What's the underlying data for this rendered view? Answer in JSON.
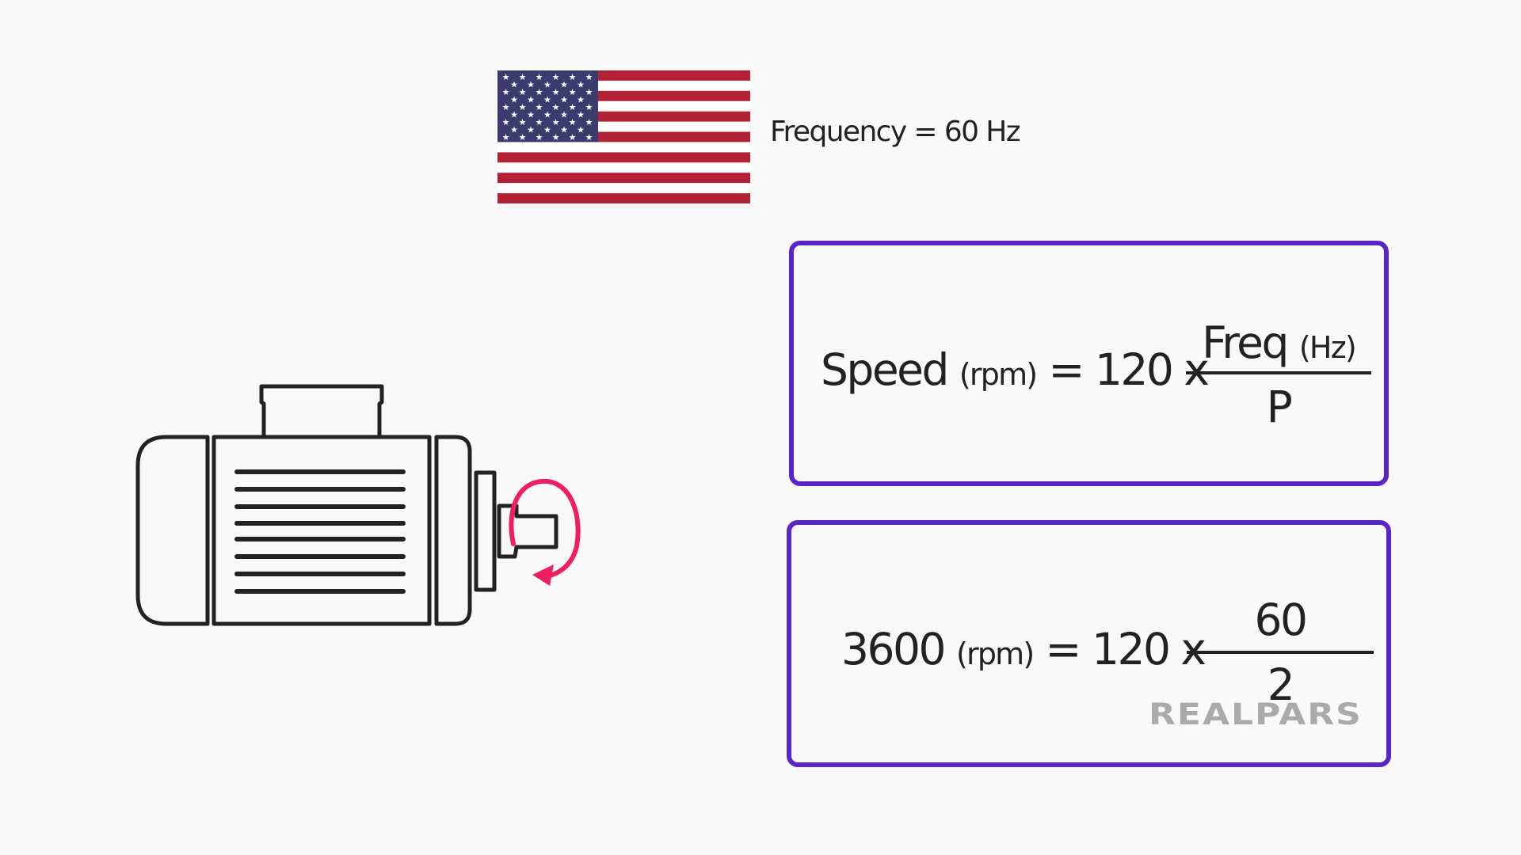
{
  "flag": {
    "name": "United States flag",
    "colors": {
      "blue": "#3c3b6e",
      "red": "#b22234",
      "white": "#ffffff"
    }
  },
  "frequency_label": "Frequency = 60 Hz",
  "formula_general": {
    "lhs": "Speed",
    "lhs_unit": "(rpm)",
    "equals": "=",
    "coefficient": "120 x",
    "numerator": "Freq",
    "numerator_unit": "(Hz)",
    "denominator": "P"
  },
  "formula_example": {
    "lhs": "3600",
    "lhs_unit": "(rpm)",
    "equals": "=",
    "coefficient": "120 x",
    "numerator": "60",
    "denominator": "2"
  },
  "logo": {
    "text": "REALPARS"
  },
  "motor": {
    "name": "electric motor",
    "rotation_arrow_color": "#ef1f5f"
  },
  "colors": {
    "background": "#f9f9f9",
    "box_border": "#5a25c6",
    "text": "#222222",
    "logo": "#aaaaaa"
  }
}
